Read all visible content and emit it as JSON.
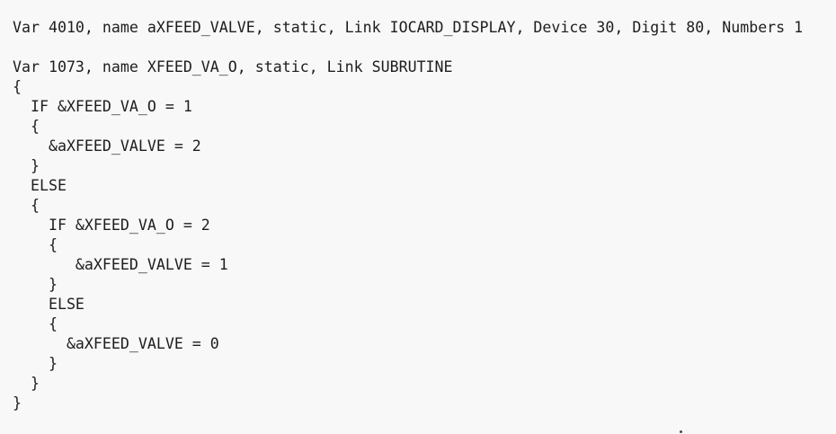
{
  "page": {
    "background_color": "#f8f8f8",
    "text_color": "#1d1d1d"
  },
  "script_listing": {
    "lines": [
      "Var 4010, name aXFEED_VALVE, static, Link IOCARD_DISPLAY, Device 30, Digit 80, Numbers 1",
      "",
      "Var 1073, name XFEED_VA_O, static, Link SUBRUTINE",
      "{",
      "  IF &XFEED_VA_O = 1",
      "  {",
      "    &aXFEED_VALVE = 2",
      "  }",
      "  ELSE",
      "  {",
      "    IF &XFEED_VA_O = 2",
      "    {",
      "       &aXFEED_VALVE = 1",
      "    }",
      "    ELSE",
      "    {",
      "      &aXFEED_VALVE = 0",
      "    }",
      "  }",
      "}"
    ]
  }
}
